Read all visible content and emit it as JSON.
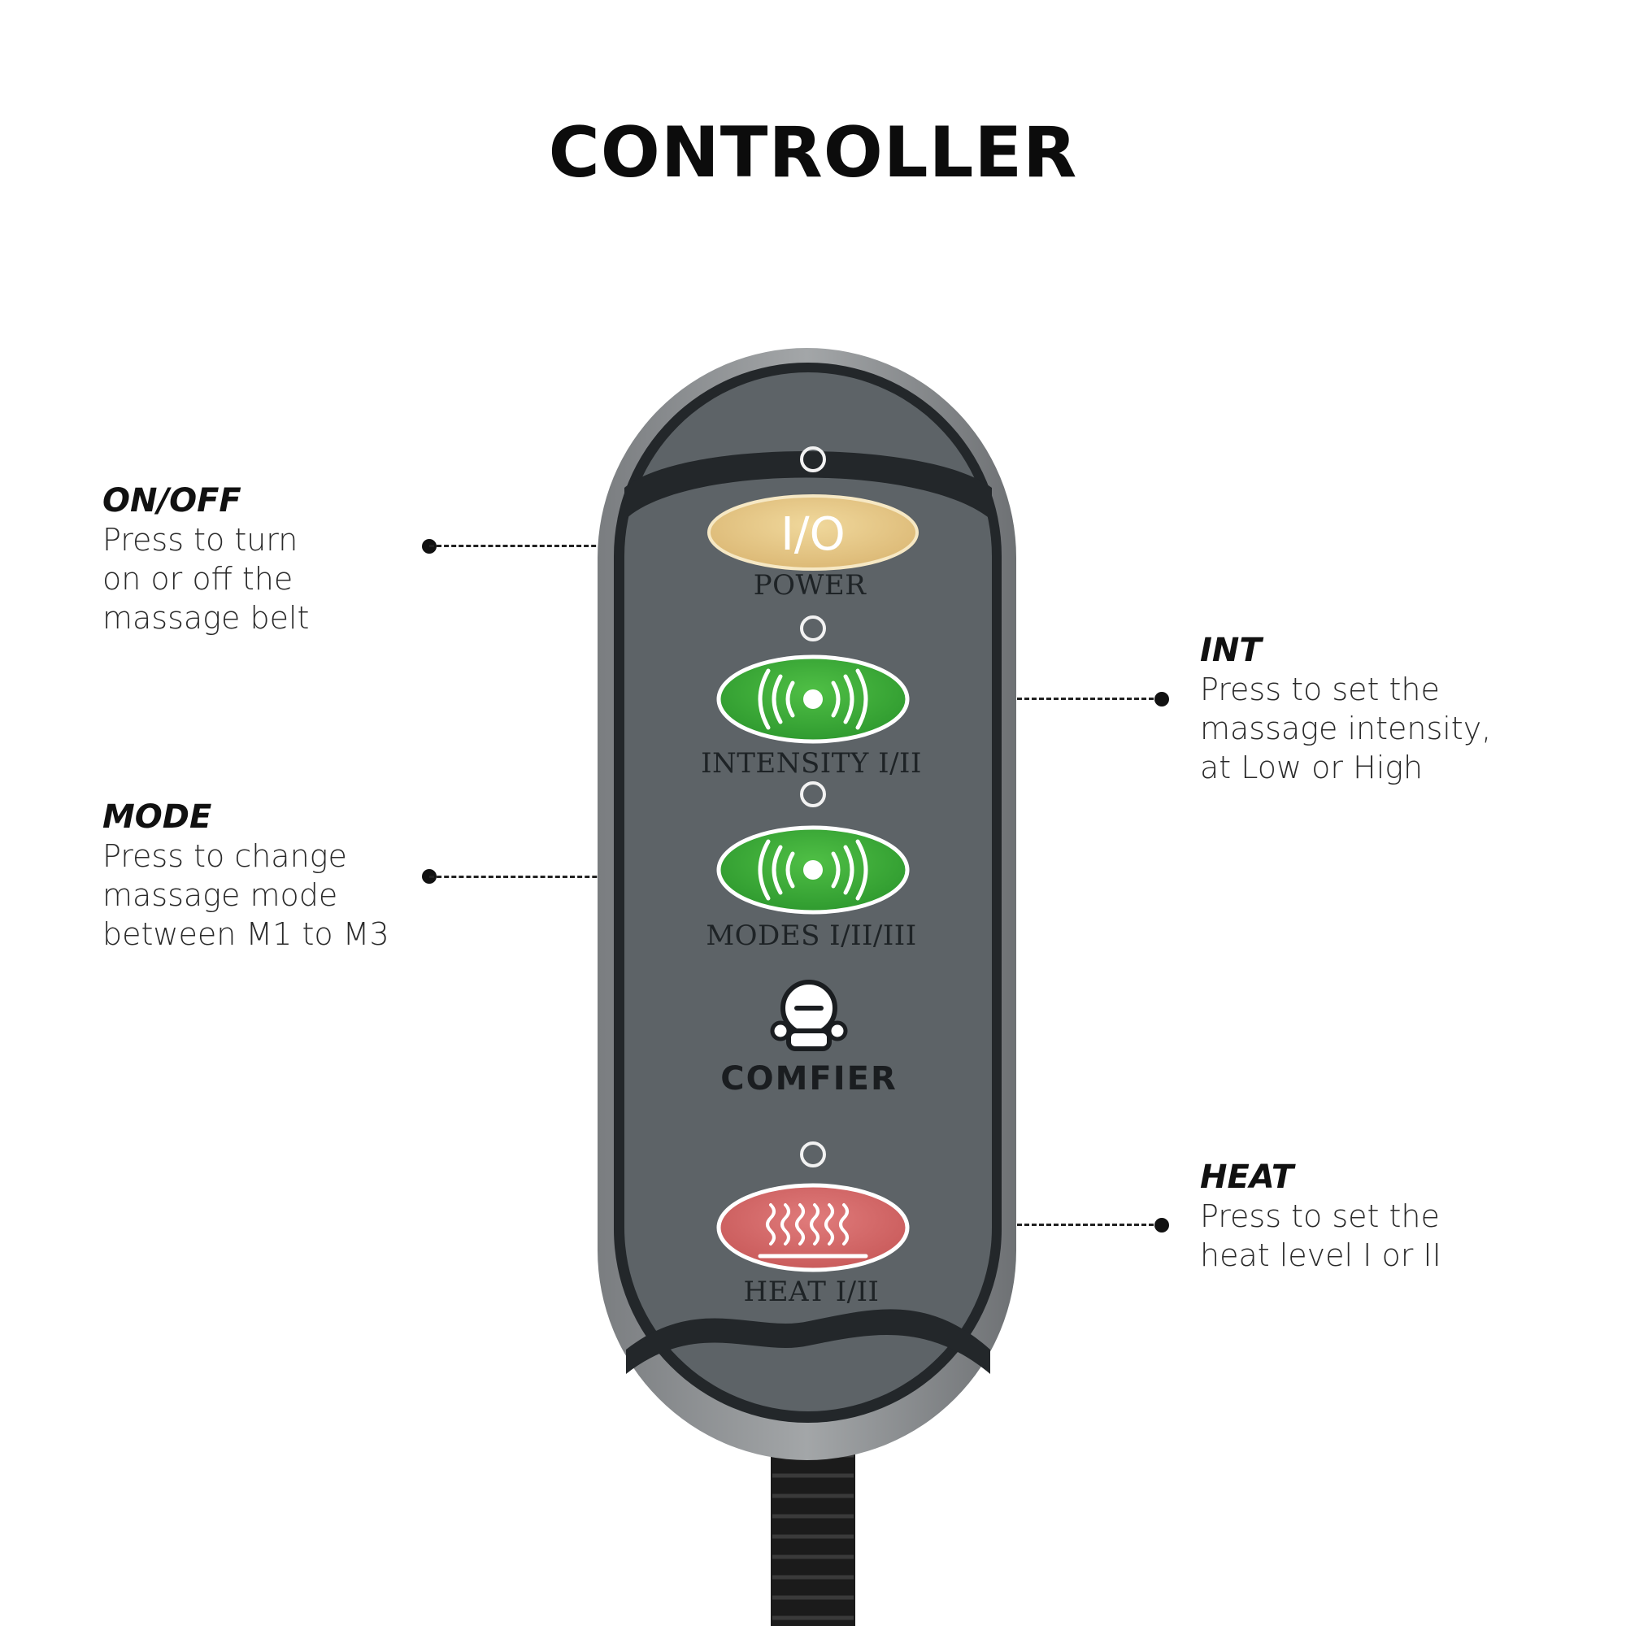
{
  "title": "CONTROLLER",
  "callouts": {
    "onoff": {
      "heading": "ON/OFF",
      "lines": [
        "Press to turn",
        "on or off the",
        "massage belt"
      ]
    },
    "mode": {
      "heading": "MODE",
      "lines": [
        "Press to change",
        "massage mode",
        "between M1 to M3"
      ]
    },
    "int": {
      "heading": "INT",
      "lines": [
        "Press to set the",
        "massage intensity,",
        "at Low or High"
      ]
    },
    "heat": {
      "heading": "HEAT",
      "lines": [
        "Press to set the",
        "heat level I or II"
      ]
    }
  },
  "device": {
    "power": {
      "glyph": "I/O",
      "label": "POWER",
      "color": "#e8c98a"
    },
    "intensity": {
      "label": "INTENSITY I/II",
      "color": "#3aa53a"
    },
    "modes": {
      "label": "MODES I/II/III",
      "color": "#3aa53a"
    },
    "heat": {
      "label": "HEAT I/II",
      "color": "#d46a6a"
    },
    "brand": "COMFIER",
    "body_color": "#5e6468",
    "shell_color": "#8c8f92"
  }
}
